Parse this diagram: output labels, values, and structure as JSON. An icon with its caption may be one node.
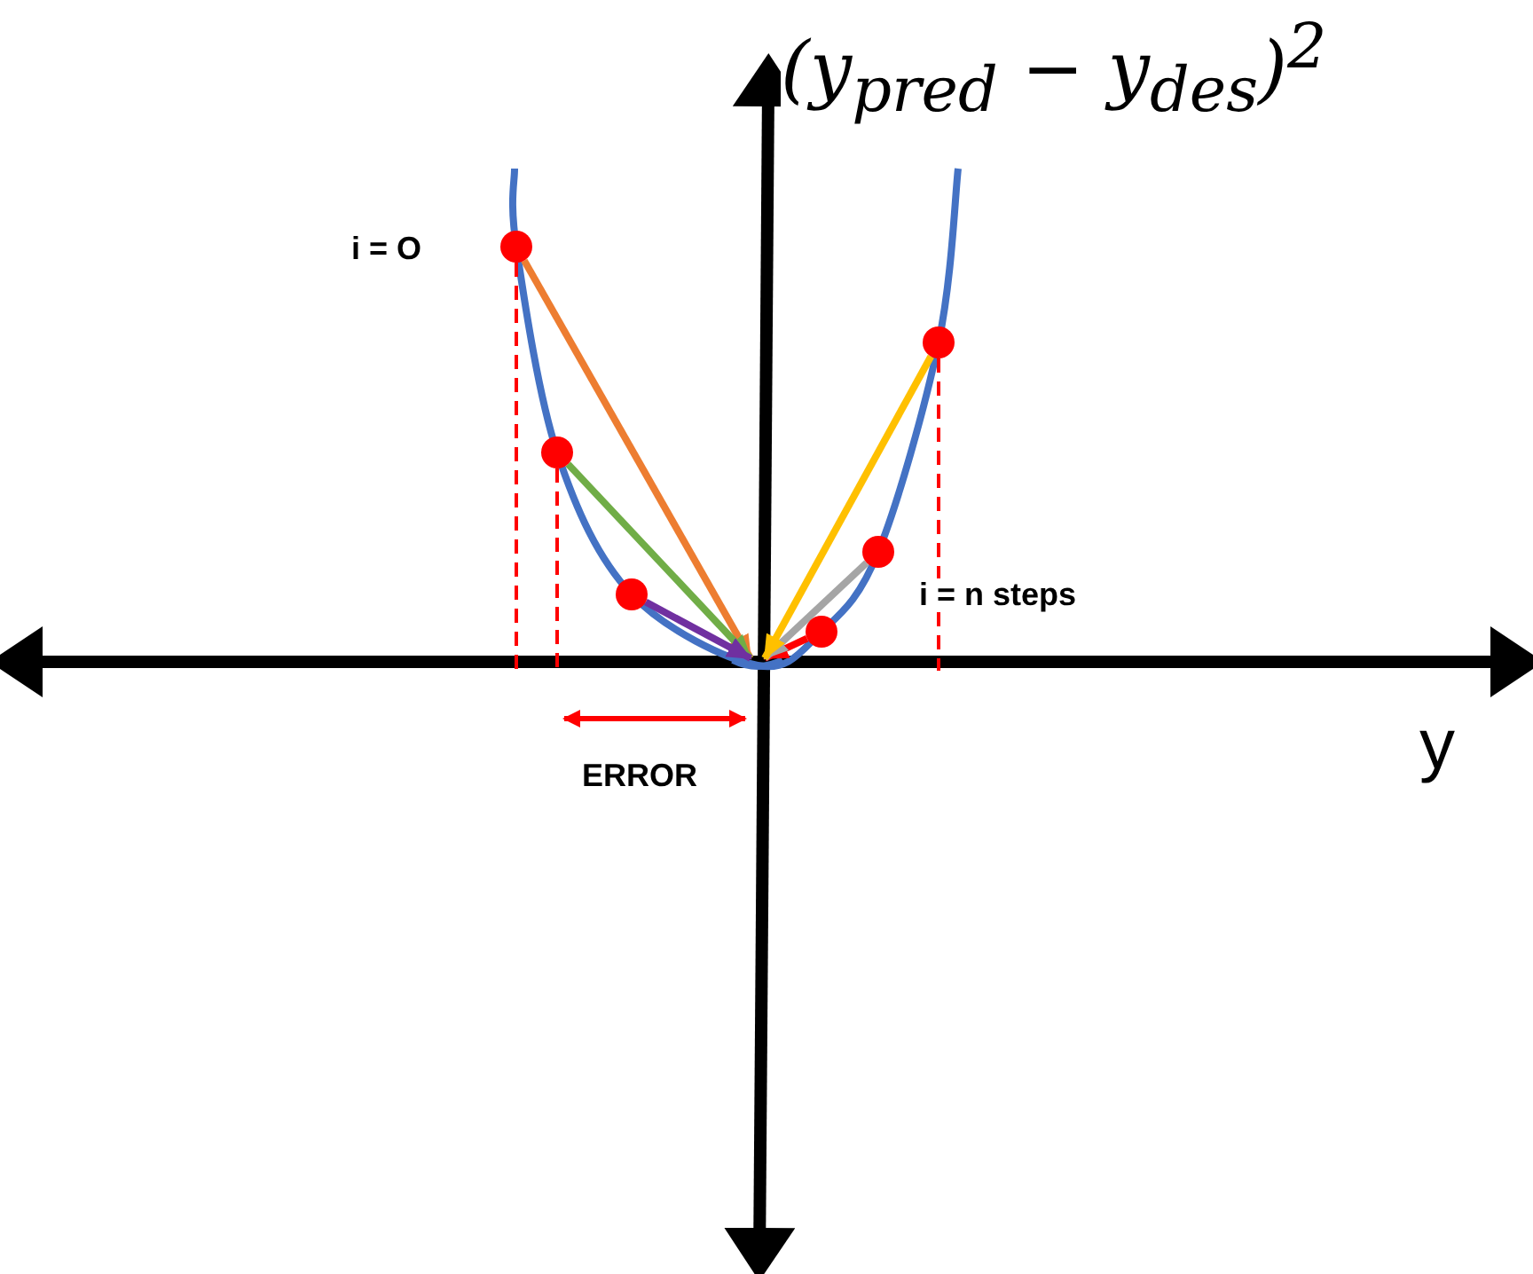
{
  "diagram": {
    "nodes": [
      {
        "text": [],
        "shape": "circle"
      },
      {
        "text": [],
        "shape": "circle"
      },
      {
        "text": [],
        "shape": "circle"
      },
      {
        "text": [],
        "shape": "circle"
      },
      {
        "text": [],
        "shape": "circle"
      },
      {
        "text": [],
        "shape": "circle"
      },
      {
        "text": [],
        "shape": "curve"
      }
    ],
    "edges": [
      {
        "from": 0,
        "to": 6,
        "arrow": "to",
        "color": "#ed7d31"
      },
      {
        "from": 1,
        "to": 6,
        "arrow": "to",
        "color": "#70ad47"
      },
      {
        "from": 2,
        "to": 6,
        "arrow": "to",
        "color": "#7030a0"
      },
      {
        "from": 3,
        "to": 6,
        "arrow": "to",
        "color": "#ff0000"
      },
      {
        "from": 4,
        "to": 6,
        "arrow": "to",
        "color": "#a5a5a5"
      },
      {
        "from": 5,
        "to": 6,
        "arrow": "to",
        "color": "#ffc000"
      }
    ],
    "labels": [
      "(y$_{pred}$ − y$_{des}$)$^{2}$",
      "i = O",
      "i = n steps",
      "ERROR",
      "y"
    ]
  }
}
